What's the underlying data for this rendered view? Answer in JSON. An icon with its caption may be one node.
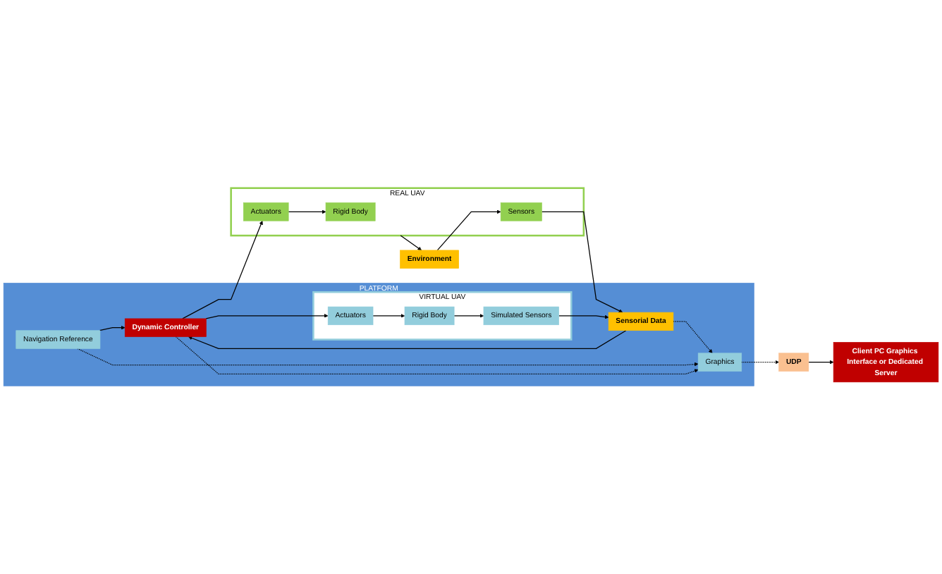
{
  "diagram": {
    "nodes": [
      {
        "text": [
          "Environment"
        ]
      },
      {
        "text": [
          "REAL UAV"
        ]
      },
      {
        "text": [
          "Rigid Body"
        ],
        "in": 1
      },
      {
        "text": [
          "Actuators"
        ],
        "in": 1
      },
      {
        "text": [
          "Sensors"
        ],
        "in": 1
      },
      {
        "text": [
          "PLATFORM"
        ]
      },
      {
        "text": [
          "Navigation Reference"
        ],
        "in": 5
      },
      {
        "text": [
          "Sensorial Data"
        ],
        "in": 5
      },
      {
        "text": [
          "Dynamic Controller"
        ],
        "in": 5
      },
      {
        "text": [
          "Graphics"
        ],
        "in": 5
      },
      {
        "text": [
          "VIRTUAL UAV"
        ],
        "in": 5
      },
      {
        "text": [
          "Simulated Sensors"
        ],
        "in": 10
      },
      {
        "text": [
          "Rigid Body"
        ],
        "in": 10
      },
      {
        "text": [
          "Actuators"
        ],
        "in": 10
      },
      {
        "text": [
          "UDP"
        ]
      },
      {
        "text": [
          "Client PC Graphics Interface or Dedicated Server"
        ]
      }
    ],
    "edges": [
      {
        "from": 1,
        "to": 0,
        "arrow": "to"
      },
      {
        "from": 3,
        "to": 2,
        "arrow": "to"
      },
      {
        "from": 0,
        "to": 4,
        "arrow": "to"
      },
      {
        "from": 8,
        "to": 3,
        "arrow": "to"
      },
      {
        "from": 4,
        "to": 7,
        "arrow": "to"
      },
      {
        "from": 11,
        "to": 7,
        "arrow": "to"
      },
      {
        "from": 7,
        "to": 8,
        "arrow": "to"
      },
      {
        "from": 7,
        "to": 9,
        "arrow": "to",
        "style": "dashed"
      },
      {
        "from": 6,
        "to": 8,
        "arrow": "to"
      },
      {
        "from": 6,
        "to": 9,
        "arrow": "to",
        "style": "dashed"
      },
      {
        "from": 8,
        "to": 9,
        "arrow": "to",
        "style": "dashed"
      },
      {
        "from": 8,
        "to": 13,
        "arrow": "to"
      },
      {
        "from": 13,
        "to": 12,
        "arrow": "to"
      },
      {
        "from": 12,
        "to": 11,
        "arrow": "to"
      },
      {
        "from": 9,
        "to": 14,
        "arrow": "to",
        "style": "dashed"
      },
      {
        "from": 14,
        "to": 15,
        "arrow": "to"
      }
    ]
  }
}
